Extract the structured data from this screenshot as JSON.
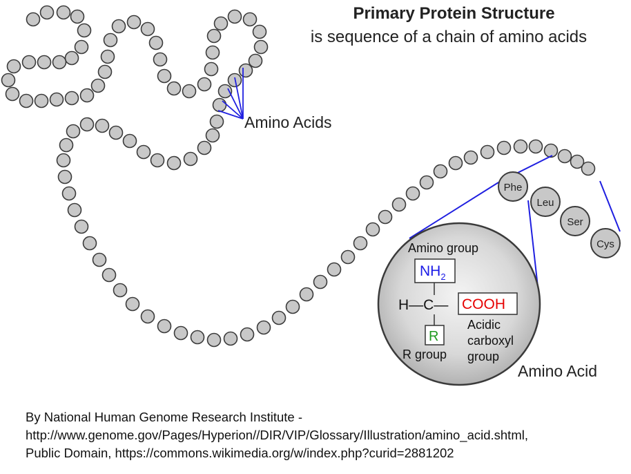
{
  "title": "Primary Protein Structure",
  "subtitle": "is sequence of a chain of amino acids",
  "labels": {
    "amino_acids": "Amino Acids",
    "amino_acid": "Amino Acid",
    "amino_group": "Amino group",
    "nh": "NH",
    "nh_sub": "2",
    "h_c": "H—C—",
    "cooh": "COOH",
    "r": "R",
    "r_group": "R group",
    "acidic_line1": "Acidic",
    "acidic_line2": "carboxyl",
    "acidic_line3": "group"
  },
  "residues": [
    "Phe",
    "Leu",
    "Ser",
    "Cys"
  ],
  "credit": {
    "line1": "By National Human Genome Research Institute -",
    "line2": "http://www.genome.gov/Pages/Hyperion//DIR/VIP/Glossary/Illustration/amino_acid.shtml,",
    "line3": "Public Domain, https://commons.wikimedia.org/w/index.php?curid=2881202"
  },
  "colors": {
    "bead_fill": "#c8c8c8",
    "bead_stroke": "#3a3a3a",
    "pointer_line": "#1f1fe0",
    "nh2": "#1a1ae6",
    "cooh": "#e60000",
    "r": "#1f9a1f"
  }
}
